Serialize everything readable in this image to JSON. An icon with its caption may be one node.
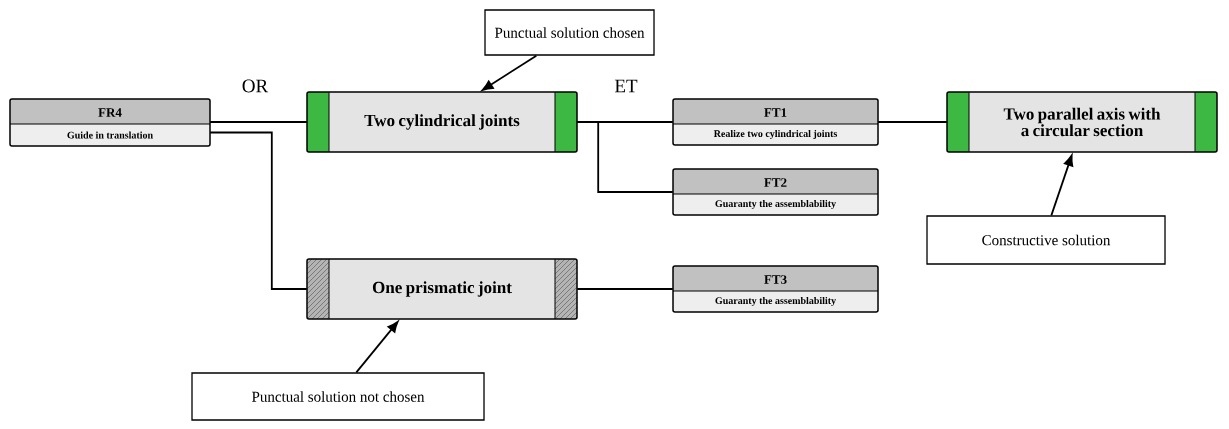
{
  "diagram": {
    "nodes": [
      {
        "text": [
          "FR4",
          "Guide in translation"
        ]
      },
      {
        "text": [
          "Two cylindrical joints"
        ]
      },
      {
        "text": [
          "One prismatic joint"
        ]
      },
      {
        "text": [
          "FT1",
          "Realize two cylindrical joints"
        ]
      },
      {
        "text": [
          "FT2",
          "Guaranty the assemblability"
        ]
      },
      {
        "text": [
          "FT3",
          "Guaranty the assemblability"
        ]
      },
      {
        "text": [
          "Two parallel axis with a circular section"
        ]
      },
      {
        "text": [
          "Punctual solution chosen"
        ]
      },
      {
        "text": [
          "Constructive solution"
        ]
      },
      {
        "text": [
          "Punctual solution not chosen"
        ]
      }
    ],
    "edges": [
      {
        "from": 0,
        "to": 1,
        "arrow": "none"
      },
      {
        "from": 0,
        "to": 2,
        "arrow": "none"
      },
      {
        "from": 1,
        "to": 3,
        "arrow": "none"
      },
      {
        "from": 1,
        "to": 4,
        "arrow": "none"
      },
      {
        "from": 2,
        "to": 5,
        "arrow": "none"
      },
      {
        "from": 3,
        "to": 6,
        "arrow": "none"
      },
      {
        "from": 7,
        "to": 1,
        "arrow": "to"
      },
      {
        "from": 8,
        "to": 6,
        "arrow": "to"
      },
      {
        "from": 9,
        "to": 2,
        "arrow": "to"
      }
    ],
    "labels": [
      "OR",
      "ET"
    ]
  }
}
